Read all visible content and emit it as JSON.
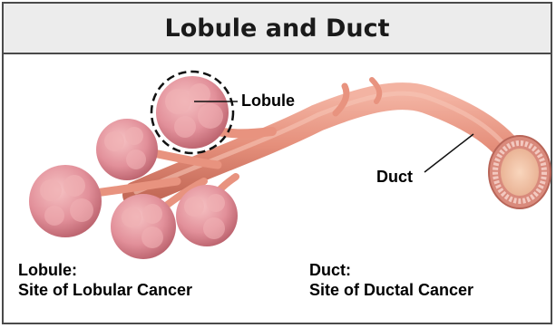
{
  "title": "Lobule and Duct",
  "labels": {
    "lobule": "Lobule",
    "duct": "Duct"
  },
  "captions": {
    "lobule_heading": "Lobule:",
    "lobule_text": "Site of Lobular Cancer",
    "duct_heading": "Duct:",
    "duct_text": "Site of Ductal Cancer"
  },
  "colors": {
    "duct": "#e89a86",
    "duct_shadow": "#c96f5c",
    "lobule": "#e79a9d",
    "lobule_dark": "#c76a72",
    "lumen": "#f4c6a8",
    "border": "#4a4a4a",
    "header_bg": "#ececec"
  }
}
